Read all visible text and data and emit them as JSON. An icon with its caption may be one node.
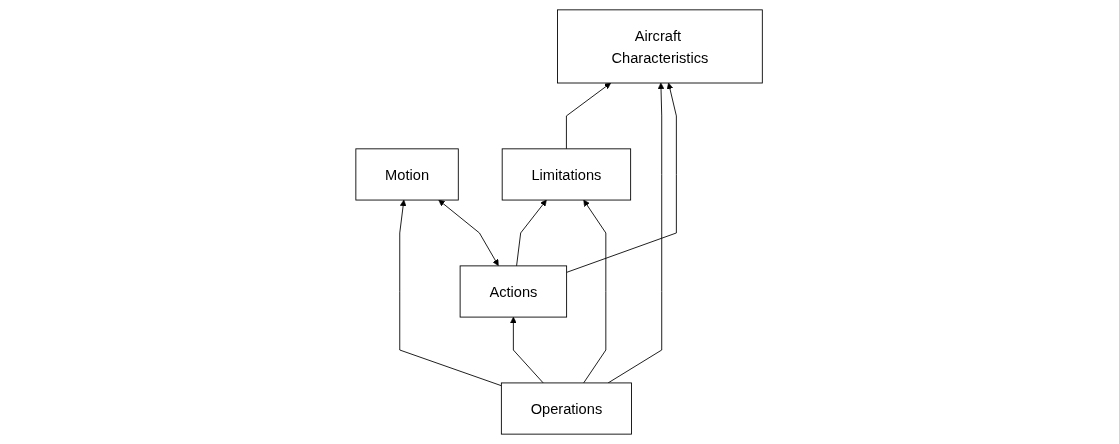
{
  "diagram": {
    "nodes": [
      {
        "text": [
          "Aircraft Characteristics"
        ]
      },
      {
        "text": [
          "Actions"
        ]
      },
      {
        "text": [
          "Motion"
        ]
      },
      {
        "text": [
          "Operations"
        ]
      },
      {
        "text": [
          "Limitations"
        ]
      }
    ],
    "edges": [
      {
        "from": 1,
        "to": 0,
        "arrow": "to"
      },
      {
        "from": 3,
        "to": 0,
        "arrow": "to"
      },
      {
        "from": 4,
        "to": 0,
        "arrow": "to"
      },
      {
        "from": 1,
        "to": 2,
        "arrow": "both"
      },
      {
        "from": 3,
        "to": 2,
        "arrow": "to"
      },
      {
        "from": 3,
        "to": 4,
        "arrow": "to"
      },
      {
        "from": 3,
        "to": 1,
        "arrow": "to"
      },
      {
        "from": 1,
        "to": 4,
        "arrow": "to"
      }
    ]
  }
}
